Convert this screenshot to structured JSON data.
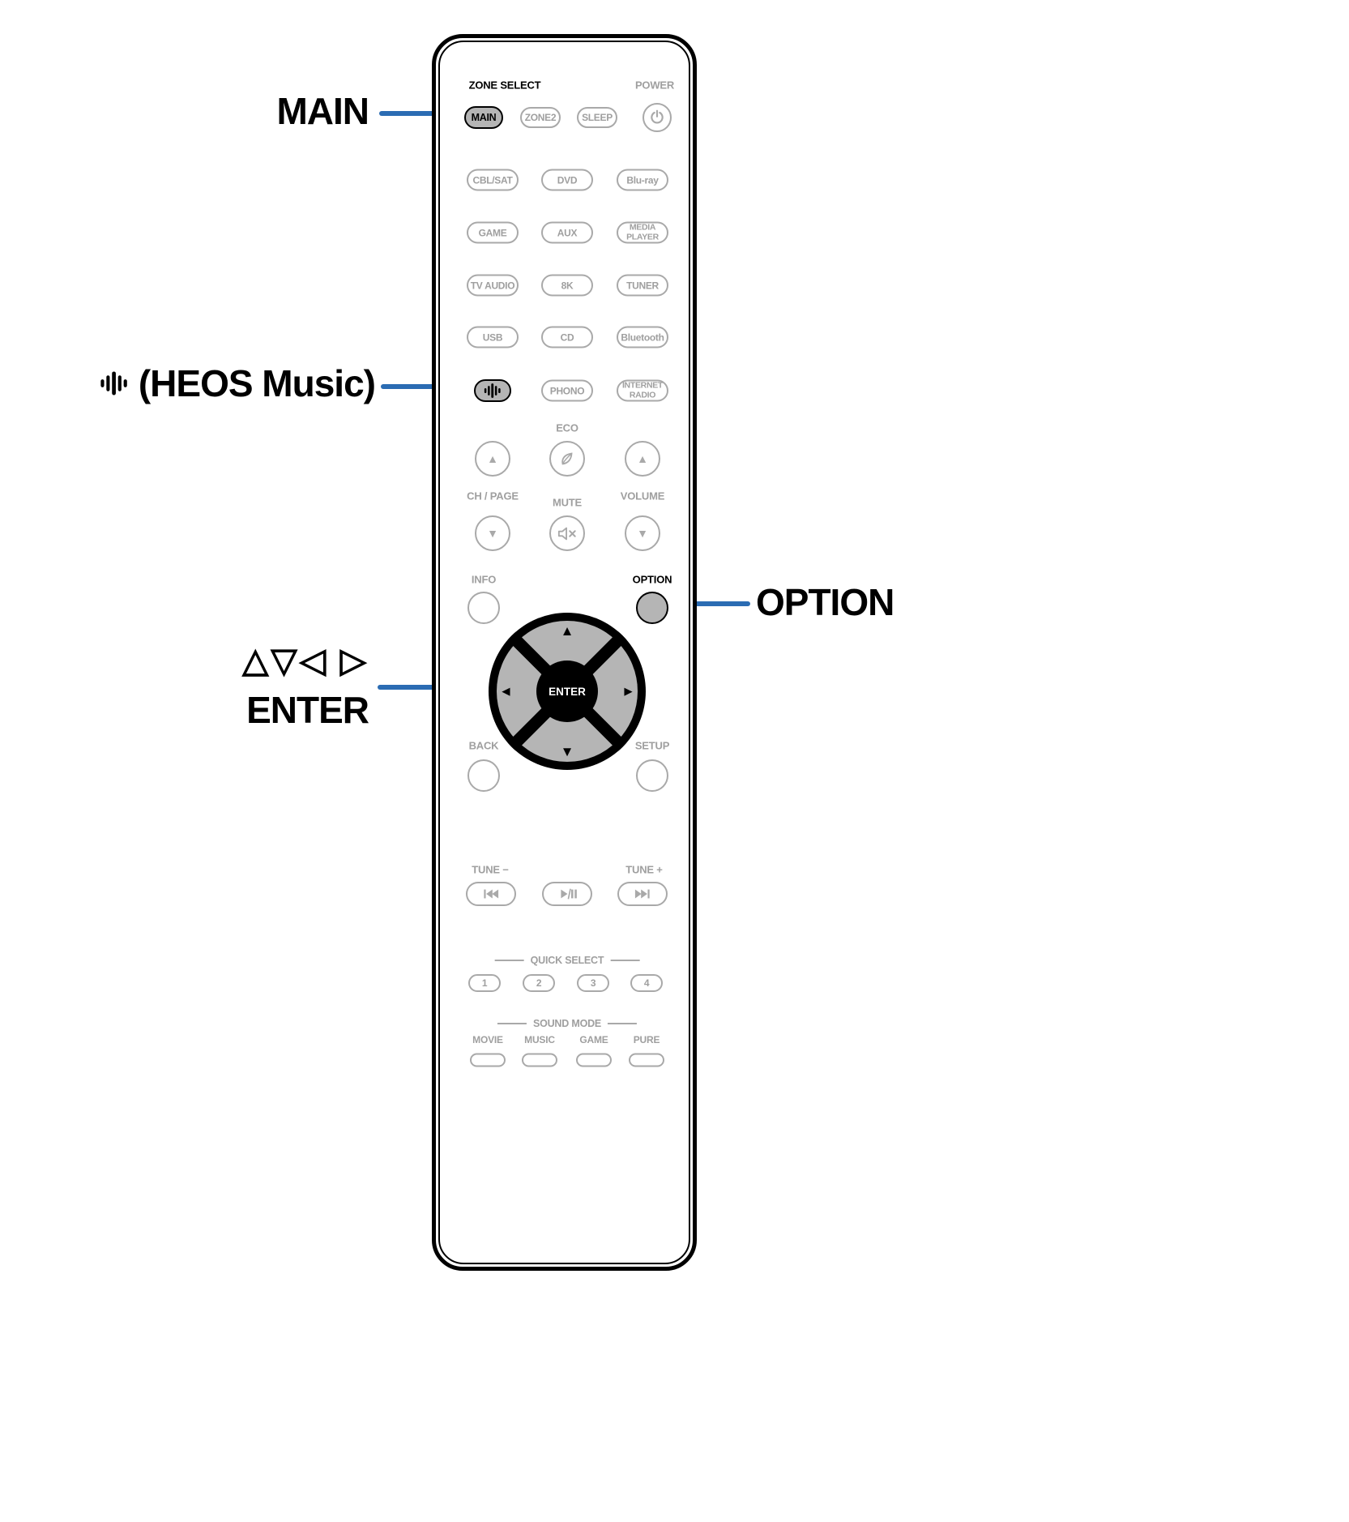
{
  "colors": {
    "accent": "#2b6cb3",
    "button_outline": "#a9a9a9",
    "button_fill": "#b5b5b5",
    "label_gray": "#9f9f9f",
    "remote_outline": "#000000"
  },
  "callouts": {
    "main": "MAIN",
    "heos": "(HEOS Music)",
    "heos_icon": "heos-waveform-icon",
    "option": "OPTION",
    "cursor_glyphs": "△▽◁ ▷",
    "enter": "ENTER"
  },
  "remote": {
    "zone_select": "ZONE SELECT",
    "power_label": "POWER",
    "main": "MAIN",
    "zone2": "ZONE2",
    "sleep": "SLEEP",
    "cbl_sat": "CBL/SAT",
    "dvd": "DVD",
    "bluray": "Blu-ray",
    "game": "GAME",
    "aux": "AUX",
    "media_line1": "MEDIA",
    "media_line2": "PLAYER",
    "tv_audio": "TV AUDIO",
    "eight_k": "8K",
    "tuner": "TUNER",
    "usb": "USB",
    "cd": "CD",
    "bluetooth": "Bluetooth",
    "phono": "PHONO",
    "internet_line1": "INTERNET",
    "internet_line2": "RADIO",
    "eco": "ECO",
    "ch_page": "CH / PAGE",
    "mute": "MUTE",
    "volume": "VOLUME",
    "info": "INFO",
    "option": "OPTION",
    "tri_up": "▲",
    "tri_down": "▼",
    "nav_up": "▲",
    "nav_down": "▼",
    "nav_left": "◄",
    "nav_right": "►",
    "enter": "ENTER",
    "back": "BACK",
    "setup": "SETUP",
    "tune_minus": "TUNE −",
    "tune_plus": "TUNE +",
    "quick_select": "QUICK SELECT",
    "qs": [
      "1",
      "2",
      "3",
      "4"
    ],
    "sound_mode": "SOUND MODE",
    "movie": "MOVIE",
    "music": "MUSIC",
    "game_mode": "GAME",
    "pure": "PURE"
  }
}
